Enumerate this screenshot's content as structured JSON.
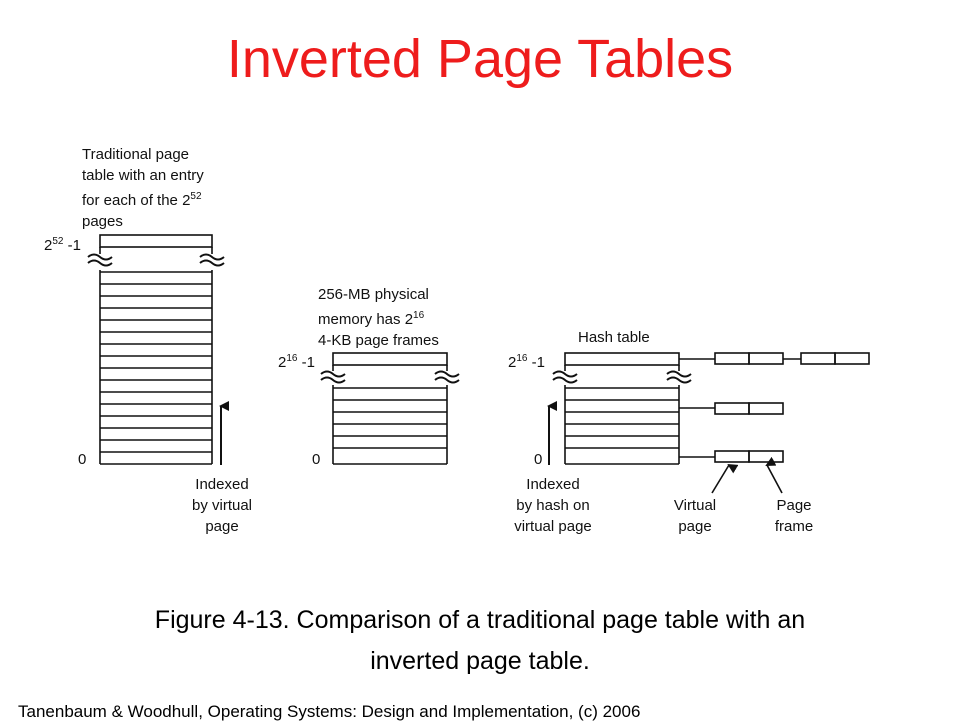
{
  "title": "Inverted Page Tables",
  "traditional": {
    "desc_line1": "Traditional page",
    "desc_line2": "table with an entry",
    "desc_line3_pre": "for each of the 2",
    "desc_line3_exp": "52",
    "desc_line4": "pages",
    "top_base": "2",
    "top_exp": "52",
    "top_suffix": " -1",
    "bottom_label": "0",
    "index_line1": "Indexed",
    "index_line2": "by virtual",
    "index_line3": "page"
  },
  "physical": {
    "desc_line1": "256-MB physical",
    "desc_line2_pre": "memory has 2",
    "desc_line2_exp": "16",
    "desc_line3": "4-KB page frames",
    "top_base": "2",
    "top_exp": "16",
    "top_suffix": " -1",
    "bottom_label": "0"
  },
  "hash": {
    "title": "Hash table",
    "top_base": "2",
    "top_exp": "16",
    "top_suffix": " -1",
    "bottom_label": "0",
    "index_line1": "Indexed",
    "index_line2": "by hash on",
    "index_line3": "virtual page",
    "virtual_line1": "Virtual",
    "virtual_line2": "page",
    "frame_line1": "Page",
    "frame_line2": "frame"
  },
  "caption_line1": "Figure 4-13. Comparison of a traditional page table with an",
  "caption_line2": "inverted page table.",
  "credit": "Tanenbaum & Woodhull, Operating Systems: Design and Implementation, (c) 2006"
}
